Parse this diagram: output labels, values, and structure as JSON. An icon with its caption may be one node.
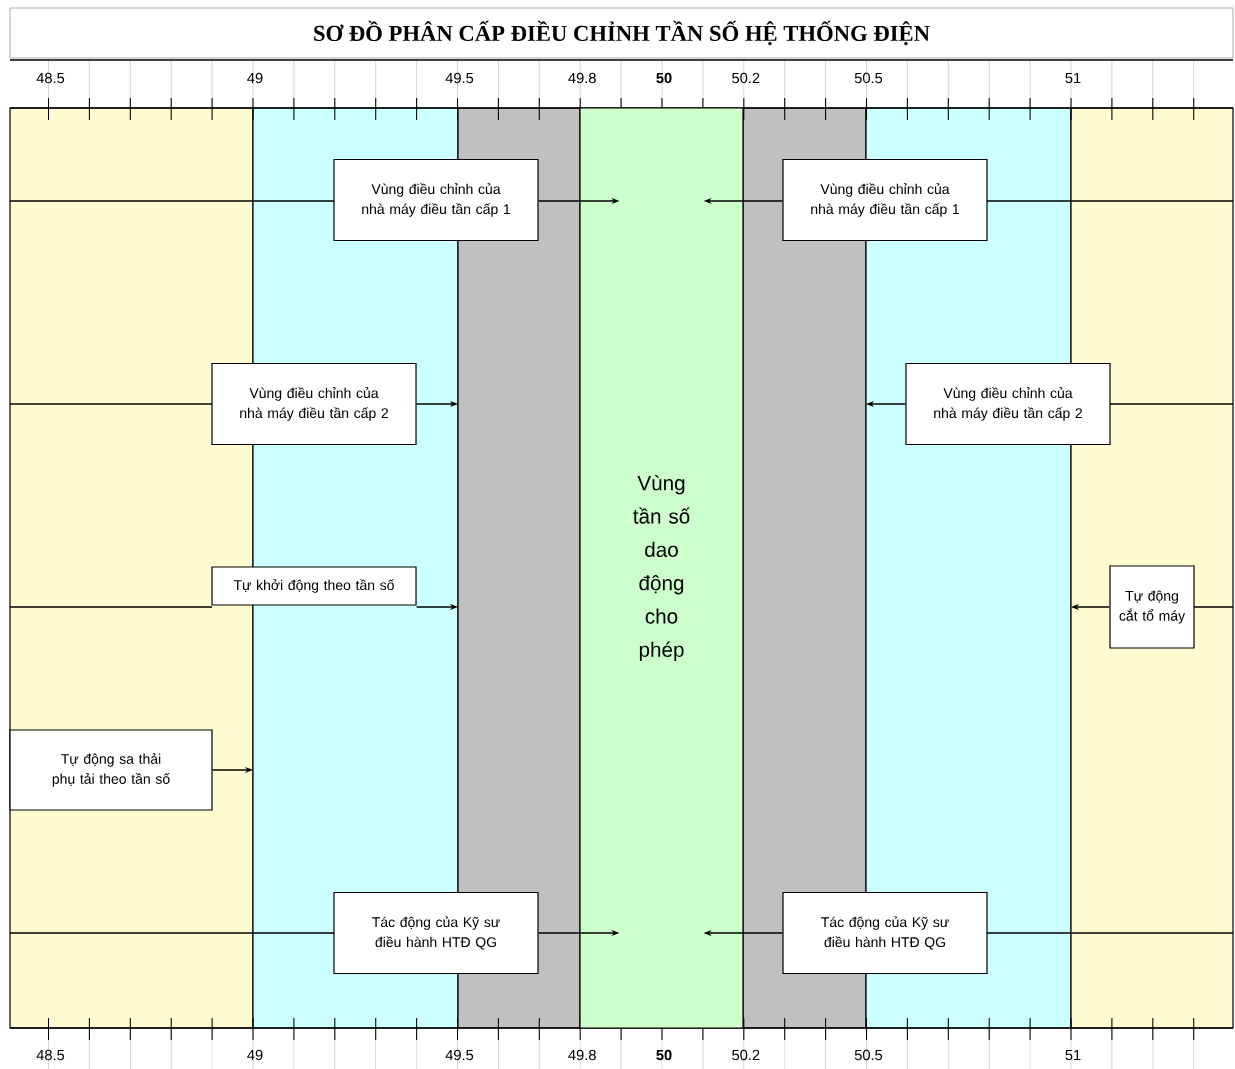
{
  "diagram": {
    "title": "SƠ ĐỒ PHÂN CẤP ĐIỀU CHỈNH TẦN SỐ HỆ THỐNG ĐIỆN",
    "nodes": [
      {
        "text": [
          "Vùng tần số dao động cho phép"
        ]
      },
      {
        "text": [
          "Vùng điều chỉnh của nhà máy điều tần cấp 1"
        ]
      },
      {
        "text": [
          "Vùng điều chỉnh của nhà máy điều tần cấp 1"
        ]
      },
      {
        "text": [
          "Vùng điều chỉnh của nhà máy điều tần cấp 2"
        ]
      },
      {
        "text": [
          "Vùng điều chỉnh của nhà máy điều tần cấp 2"
        ]
      },
      {
        "text": [
          "Tự khởi động theo tần số"
        ]
      },
      {
        "text": [
          "Tự động cắt tổ máy"
        ]
      },
      {
        "text": [
          "Tự động sa thải phụ tải theo tần số"
        ]
      },
      {
        "text": [
          "Tác động của Kỹ sư điều hành HTĐ QG"
        ]
      },
      {
        "text": [
          "Tác động của Kỹ sư điều hành HTĐ QG"
        ]
      }
    ],
    "edges": [
      {
        "from": 1,
        "to": 0,
        "arrow": "to"
      },
      {
        "from": 2,
        "to": 0,
        "arrow": "to"
      },
      {
        "from": 3,
        "to": null,
        "arrow": "to"
      },
      {
        "from": 4,
        "to": null,
        "arrow": "to"
      },
      {
        "from": 5,
        "to": null,
        "arrow": "to"
      },
      {
        "from": 6,
        "to": null,
        "arrow": "to"
      },
      {
        "from": 7,
        "to": null,
        "arrow": "to"
      },
      {
        "from": 8,
        "to": 0,
        "arrow": "to"
      },
      {
        "from": 9,
        "to": 0,
        "arrow": "to"
      }
    ],
    "labels": [
      "48.5",
      "49",
      "49.5",
      "49.8",
      "50",
      "50.2",
      "50.5",
      "51",
      "48.5",
      "49",
      "49.5",
      "49.8",
      "50",
      "50.2",
      "50.5",
      "51"
    ]
  }
}
